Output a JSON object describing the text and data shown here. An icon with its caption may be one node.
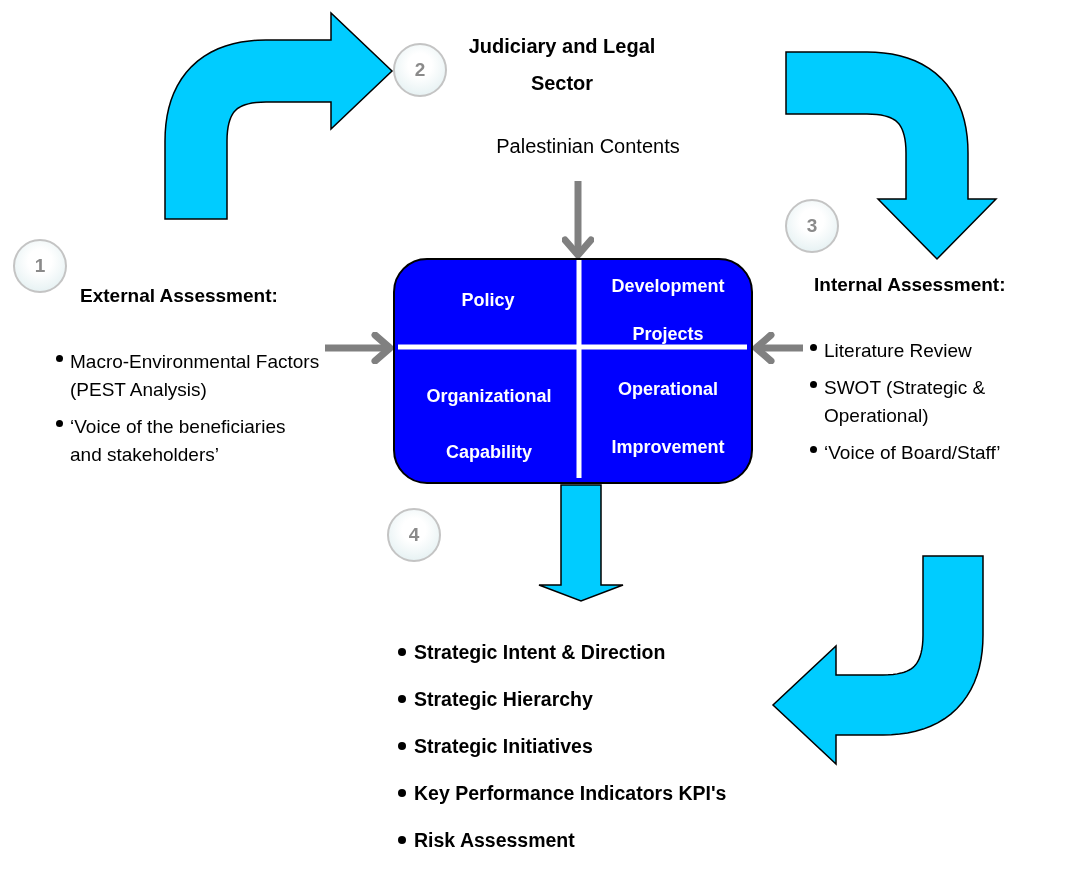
{
  "diagram": {
    "nodes": [
      {
        "text": [
          "1"
        ]
      },
      {
        "text": [
          "External Assessment:",
          "Macro-Environmental Factors (PEST Analysis)",
          "‘Voice of the beneficiaries and stakeholders’"
        ]
      },
      {
        "text": [
          "2"
        ]
      },
      {
        "text": [
          "Judiciary and Legal Sector"
        ]
      },
      {
        "text": [
          "Palestinian Contents"
        ]
      },
      {
        "text": [
          "3"
        ]
      },
      {
        "text": [
          "Internal Assessment:",
          "Literature Review",
          "SWOT (Strategic & Operational)",
          "‘Voice of Board/Staff’"
        ]
      },
      {
        "text": [],
        "shape": "box"
      },
      {
        "text": [
          "Policy"
        ],
        "in": 7
      },
      {
        "text": [
          "Development Projects"
        ],
        "in": 7
      },
      {
        "text": [
          "Organizational Capability"
        ],
        "in": 7
      },
      {
        "text": [
          "Operational Improvement"
        ],
        "in": 7
      },
      {
        "text": [
          "4"
        ]
      },
      {
        "text": [
          "Strategic Intent & Direction",
          "Strategic Hierarchy",
          "Strategic Initiatives",
          "Key Performance Indicators KPI's",
          "Risk Assessment"
        ]
      }
    ],
    "edges": [
      {
        "from": 1,
        "to": 2,
        "arrow": "to",
        "style": "thick",
        "color": "#00ccff"
      },
      {
        "from": 3,
        "to": 6,
        "arrow": "to",
        "style": "thick",
        "color": "#00ccff"
      },
      {
        "from": 6,
        "to": 13,
        "arrow": "to",
        "style": "thick",
        "color": "#00ccff"
      },
      {
        "from": 7,
        "to": 13,
        "arrow": "to",
        "style": "thick",
        "color": "#00ccff"
      },
      {
        "from": 4,
        "to": 7,
        "arrow": "to"
      },
      {
        "from": 1,
        "to": 7,
        "arrow": "to"
      },
      {
        "from": 6,
        "to": 7,
        "arrow": "to"
      }
    ]
  }
}
